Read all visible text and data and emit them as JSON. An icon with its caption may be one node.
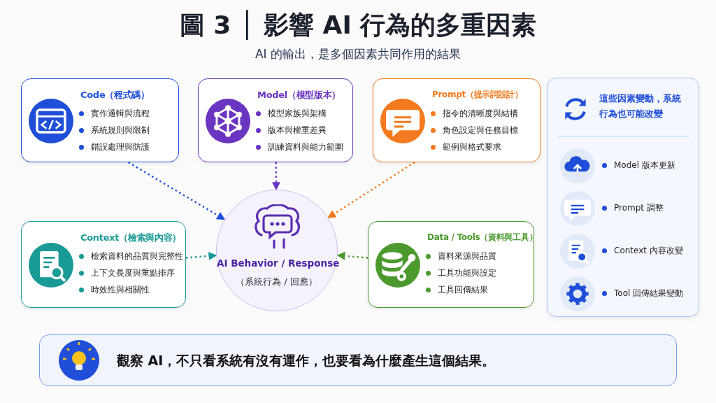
{
  "diagram": {
    "title": "圖 3 │ 影響 AI 行為的多重因素",
    "nodes": [
      {
        "text": [
          "Code（程式碼）",
          "實作邏輯與流程",
          "系統規則與限制",
          "錯誤處理與防護"
        ]
      },
      {
        "text": [
          "Model（模型版本）",
          "模型家族與架構",
          "版本與權重差異",
          "訓練資料與能力範圍"
        ]
      },
      {
        "text": [
          "Prompt（提示詞設計）",
          "指令的清晰度與結構",
          "角色設定與任務目標",
          "範例與格式要求"
        ]
      },
      {
        "text": [
          "Context（檢索與內容）",
          "檢索資料的品質與完整性",
          "上下文長度與重點排序",
          "時效性與相關性"
        ]
      },
      {
        "text": [
          "AI Behavior / Response",
          "（系統行為 / 回應）"
        ]
      },
      {
        "text": [
          "Data / Tools（資料與工具）",
          "資料來源與品質",
          "工具功能與設定",
          "工具回傳結果"
        ]
      },
      {
        "text": [
          "這些因素變動，系統行為也可能改變",
          "Model 版本更新",
          "Prompt 調整",
          "Context 內容改變",
          "Tool 回傳結果變動"
        ]
      },
      {
        "text": [
          "觀察 AI，不只看系統有沒有運作，也要看為什麼產生這個結果。"
        ]
      }
    ],
    "edges": [
      {
        "from": 0,
        "to": 4,
        "arrow": "to",
        "style": "dashed",
        "color": "#1f4fd8"
      },
      {
        "from": 1,
        "to": 4,
        "arrow": "to",
        "style": "dashed",
        "color": "#6a35c0"
      },
      {
        "from": 2,
        "to": 4,
        "arrow": "to",
        "style": "dashed",
        "color": "#f47a1f"
      },
      {
        "from": 3,
        "to": 4,
        "arrow": "to",
        "style": "dashed",
        "color": "#1a9a96"
      },
      {
        "from": 5,
        "to": 4,
        "arrow": "to",
        "style": "dashed",
        "color": "#4c9a2e"
      }
    ],
    "labels": [
      "AI 的輸出，是多個因素共同作用的結果"
    ]
  }
}
